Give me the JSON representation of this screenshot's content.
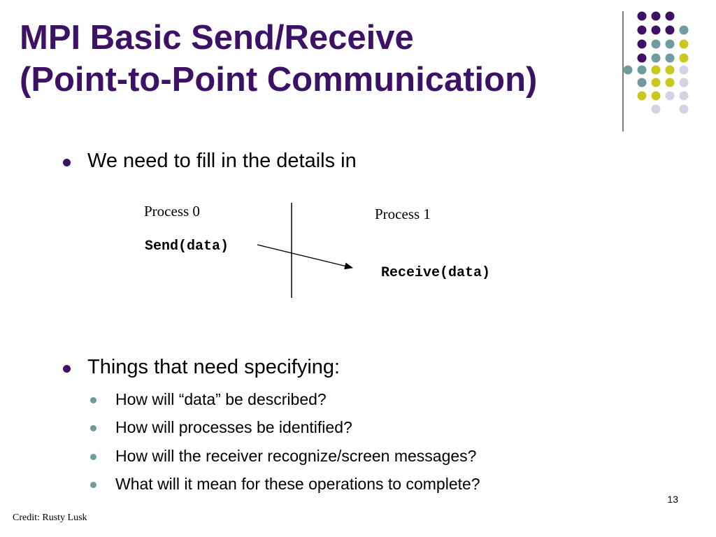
{
  "slide": {
    "title_line1": "MPI Basic Send/Receive",
    "title_line2": "(Point-to-Point Communication)",
    "bullets": [
      {
        "text": "We need to fill in the details in"
      },
      {
        "text": "Things that need specifying:"
      }
    ],
    "sub_bullets": [
      {
        "text": "How will “data” be described?"
      },
      {
        "text": "How will processes be identified?"
      },
      {
        "text": "How will the receiver recognize/screen messages?"
      },
      {
        "text": "What will it mean for these operations to complete?"
      }
    ],
    "diagram": {
      "process0_label": "Process 0",
      "process1_label": "Process 1",
      "send_call": "Send(data)",
      "receive_call": "Receive(data)"
    },
    "page_number": "13",
    "credit": "Credit: Rusty Lusk"
  },
  "colors": {
    "title": "#3d1266",
    "dot_purple": "#3d1266",
    "dot_teal": "#6f9c9c",
    "dot_yellow": "#c8c81e",
    "dot_lavender": "#d3d3e6",
    "rule": "#7f7f7f"
  }
}
